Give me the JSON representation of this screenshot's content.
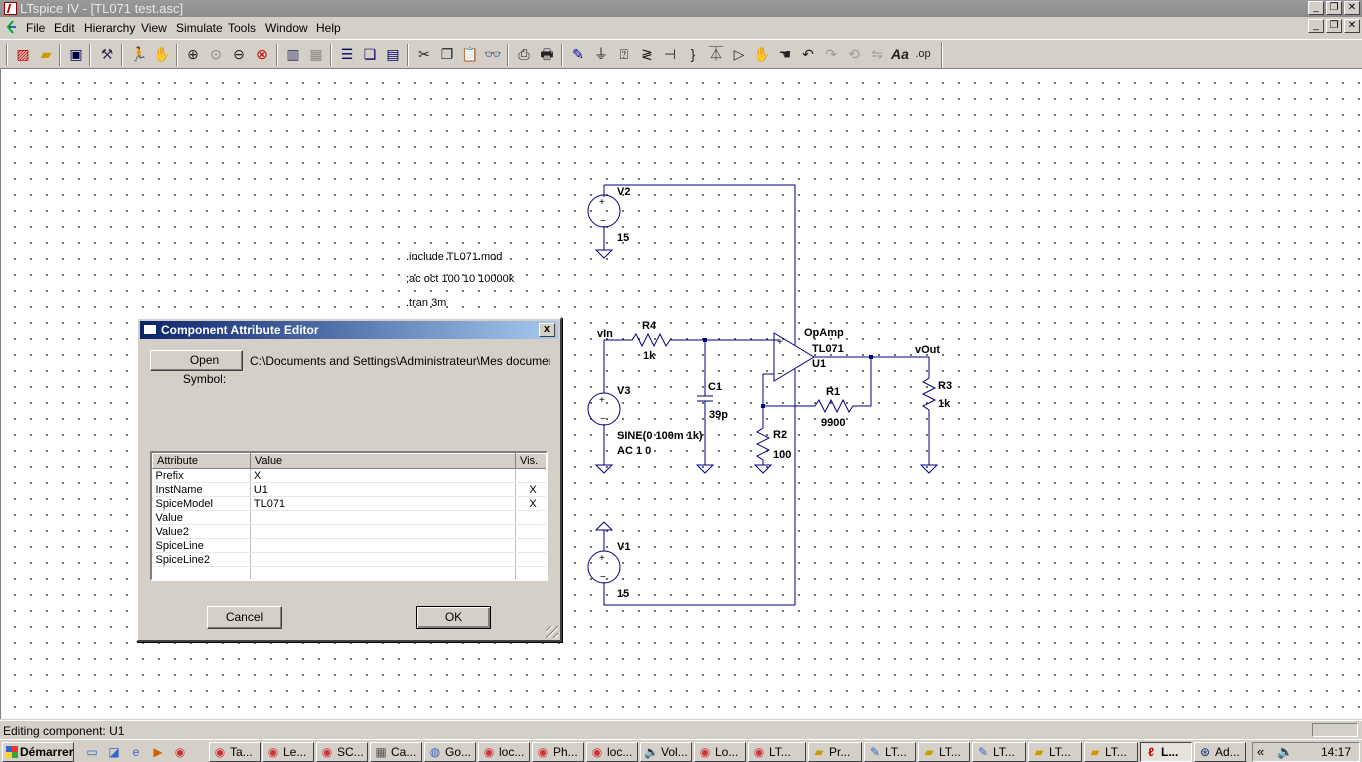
{
  "window": {
    "title": "LTspice IV - [TL071 test.asc]",
    "min_label": "_",
    "max_label": "❐",
    "close_label": "✕"
  },
  "menu": [
    "File",
    "Edit",
    "Hierarchy",
    "View",
    "Simulate",
    "Tools",
    "Window",
    "Help"
  ],
  "toolbar": {
    "icons": [
      "new-schematic",
      "open",
      "save",
      "control-panel",
      "run",
      "halt",
      "zoom-in",
      "pan",
      "zoom-out",
      "zoom-full",
      "autorange",
      "grid",
      "tile-horizontal",
      "cascade",
      "tile-vertical",
      "cut",
      "copy",
      "paste",
      "find",
      "print-setup",
      "print",
      "draw-wire",
      "ground",
      "label-net",
      "resistor",
      "capacitor",
      "inductor",
      "diode",
      "component",
      "move",
      "drag",
      "undo",
      "redo",
      "rotate",
      "mirror",
      "text",
      "spice-directive"
    ]
  },
  "schematic": {
    "directives": [
      ".include TL071.mod",
      ";ac oct 100 10 10000k",
      ".tran 3m"
    ],
    "labels": {
      "v2_name": "V2",
      "v2_value": "15",
      "v1_name": "V1",
      "v1_value": "15",
      "v3_name": "V3",
      "v3_value1": "SINE(0 100m 1k)",
      "v3_value2": "AC 1 0",
      "vin": "vIn",
      "vout": "vOut",
      "r4_name": "R4",
      "r4_value": "1k",
      "c1_name": "C1",
      "c1_value": "39p",
      "r2_name": "R2",
      "r2_value": "100",
      "r1_name": "R1",
      "r1_value": "9900",
      "r3_name": "R3",
      "r3_value": "1k",
      "opamp_type": "OpAmp",
      "opamp_model": "TL071",
      "opamp_name": "U1"
    }
  },
  "dialog": {
    "title": "Component Attribute Editor",
    "close_label": "x",
    "open_symbol_label": "Open Symbol:",
    "symbol_path": "C:\\Documents and Settings\\Administrateur\\Mes documents\\Dc",
    "columns": [
      "Attribute",
      "Value",
      "Vis."
    ],
    "rows": [
      {
        "attr": "Prefix",
        "value": "X",
        "vis": ""
      },
      {
        "attr": "InstName",
        "value": "U1",
        "vis": "X"
      },
      {
        "attr": "SpiceModel",
        "value": "TL071",
        "vis": "X"
      },
      {
        "attr": "Value",
        "value": "",
        "vis": ""
      },
      {
        "attr": "Value2",
        "value": "",
        "vis": ""
      },
      {
        "attr": "SpiceLine",
        "value": "",
        "vis": ""
      },
      {
        "attr": "SpiceLine2",
        "value": "",
        "vis": ""
      },
      {
        "attr": "",
        "value": "",
        "vis": ""
      }
    ],
    "cancel_label": "Cancel",
    "ok_label": "OK"
  },
  "status": {
    "text": "Editing component: U1"
  },
  "taskbar": {
    "start_label": "Démarrer",
    "tasks": [
      {
        "label": "Ta...",
        "icon": "chrome-icon"
      },
      {
        "label": "Le...",
        "icon": "chrome-icon"
      },
      {
        "label": "SC...",
        "icon": "chrome-icon"
      },
      {
        "label": "Ca...",
        "icon": "calculator-icon"
      },
      {
        "label": "Go...",
        "icon": "earth-icon"
      },
      {
        "label": "loc...",
        "icon": "chrome-icon"
      },
      {
        "label": "Ph...",
        "icon": "chrome-icon"
      },
      {
        "label": "loc...",
        "icon": "chrome-icon"
      },
      {
        "label": "Vol...",
        "icon": "volume-icon"
      },
      {
        "label": "Lo...",
        "icon": "chrome-icon"
      },
      {
        "label": "LT...",
        "icon": "chrome-icon"
      },
      {
        "label": "Pr...",
        "icon": "folder-icon"
      },
      {
        "label": "LT...",
        "icon": "plot-icon"
      },
      {
        "label": "LT...",
        "icon": "folder-icon"
      },
      {
        "label": "LT...",
        "icon": "plot-icon"
      },
      {
        "label": "LT...",
        "icon": "folder-icon"
      },
      {
        "label": "LT...",
        "icon": "folder-icon"
      },
      {
        "label": "L...",
        "icon": "ltspice-icon",
        "active": true
      },
      {
        "label": "Ad...",
        "icon": "search-icon"
      }
    ],
    "clock": "14:17",
    "chevron": "«"
  }
}
